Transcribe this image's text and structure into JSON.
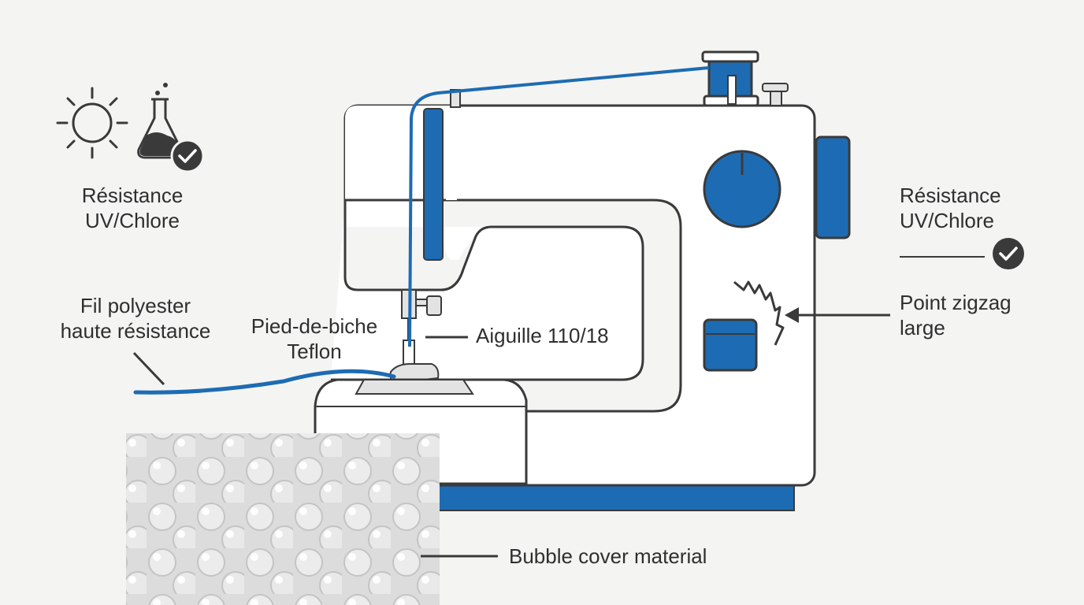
{
  "colors": {
    "accent": "#1d6cb3",
    "outline": "#3a3a3a",
    "machine_body": "#ffffff",
    "background": "#f4f4f3",
    "bed_plate": "#e3e3e3"
  },
  "icons": {
    "sun": "sun-icon",
    "flask": "chemical-flask-icon",
    "check": "checkmark-icon",
    "zigzag": "zigzag-stitch-icon"
  },
  "labels": {
    "resistance_left": {
      "line1": "Résistance",
      "line2": "UV/Chlore"
    },
    "resistance_right": {
      "line1": "Résistance",
      "line2": "UV/Chlore"
    },
    "thread": {
      "line1": "Fil polyester",
      "line2": "haute résistance"
    },
    "presser_foot": {
      "line1": "Pied-de-biche",
      "line2": "Teflon"
    },
    "needle": "Aiguille 110/18",
    "zigzag": {
      "line1": "Point zigzag",
      "line2": "large"
    },
    "bubble": "Bubble cover material"
  }
}
